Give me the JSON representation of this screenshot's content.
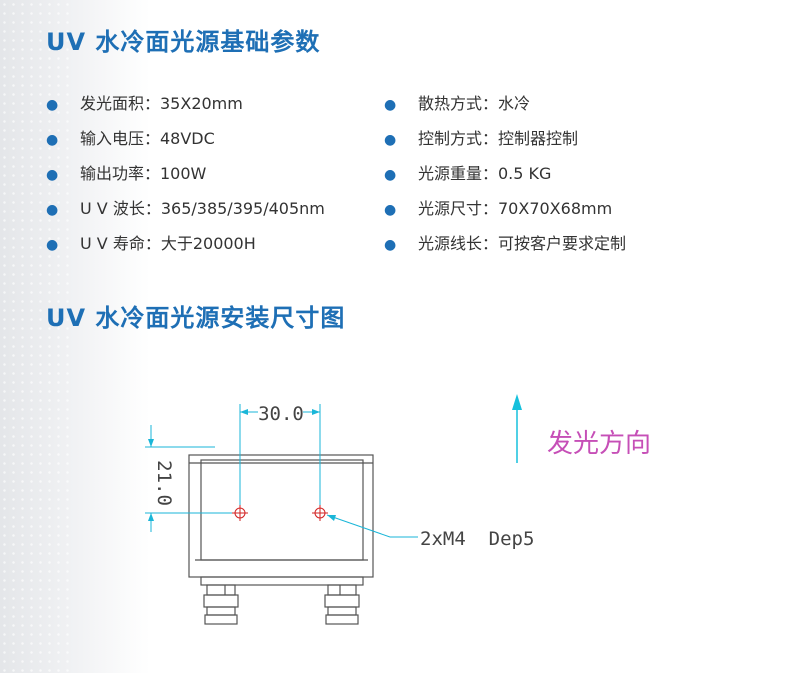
{
  "section1": {
    "title": "UV 水冷面光源基础参数"
  },
  "params": {
    "left": [
      "发光面积：35X20mm",
      "输入电压：48VDC",
      "输出功率：100W",
      "U V 波长：365/385/395/405nm",
      "U V 寿命：大于20000H"
    ],
    "right": [
      "散热方式：水冷",
      "控制方式：控制器控制",
      "光源重量：0.5 KG",
      "光源尺寸：70X70X68mm",
      "光源线长：可按客户要求定制"
    ]
  },
  "section2": {
    "title": "UV 水冷面光源安装尺寸图"
  },
  "diagram": {
    "dim_horizontal": "30.0",
    "dim_vertical": "21.0",
    "direction_label": "发光方向",
    "hole_callout": "2xM4  Dep5"
  },
  "colors": {
    "title_blue": "#1e6fb5",
    "dimension_cyan": "#1ab6d8",
    "hole_red": "#d22222",
    "direction_magenta": "#c64fb7",
    "arrow_cyan": "#15c0dc"
  }
}
